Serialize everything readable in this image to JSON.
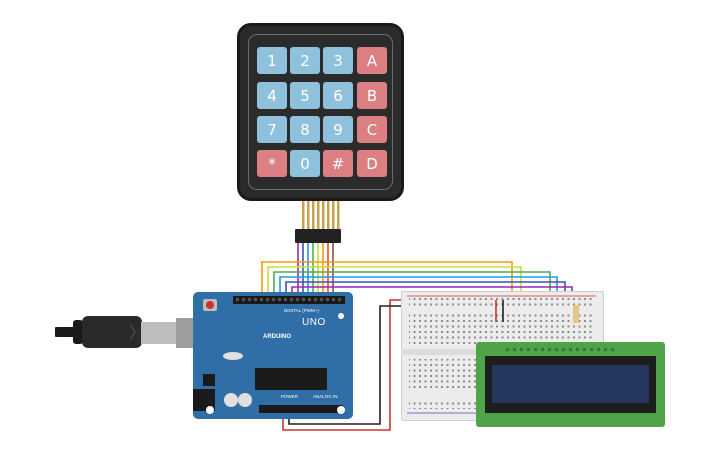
{
  "keypad": {
    "keys": [
      "1",
      "2",
      "3",
      "A",
      "4",
      "5",
      "6",
      "B",
      "7",
      "8",
      "9",
      "C",
      "*",
      "0",
      "#",
      "D"
    ]
  },
  "arduino": {
    "model": "UNO",
    "brand": "ARDUINO",
    "digital_label": "DIGITAL (PWM~)",
    "power_label": "POWER",
    "analog_label": "ANALOG IN"
  },
  "colors": {
    "key_number": "#8fc1dc",
    "key_letter": "#dc7f83",
    "board": "#2f6ea7",
    "lcd_pcb": "#4fa449",
    "lcd_screen": "#26375f"
  }
}
